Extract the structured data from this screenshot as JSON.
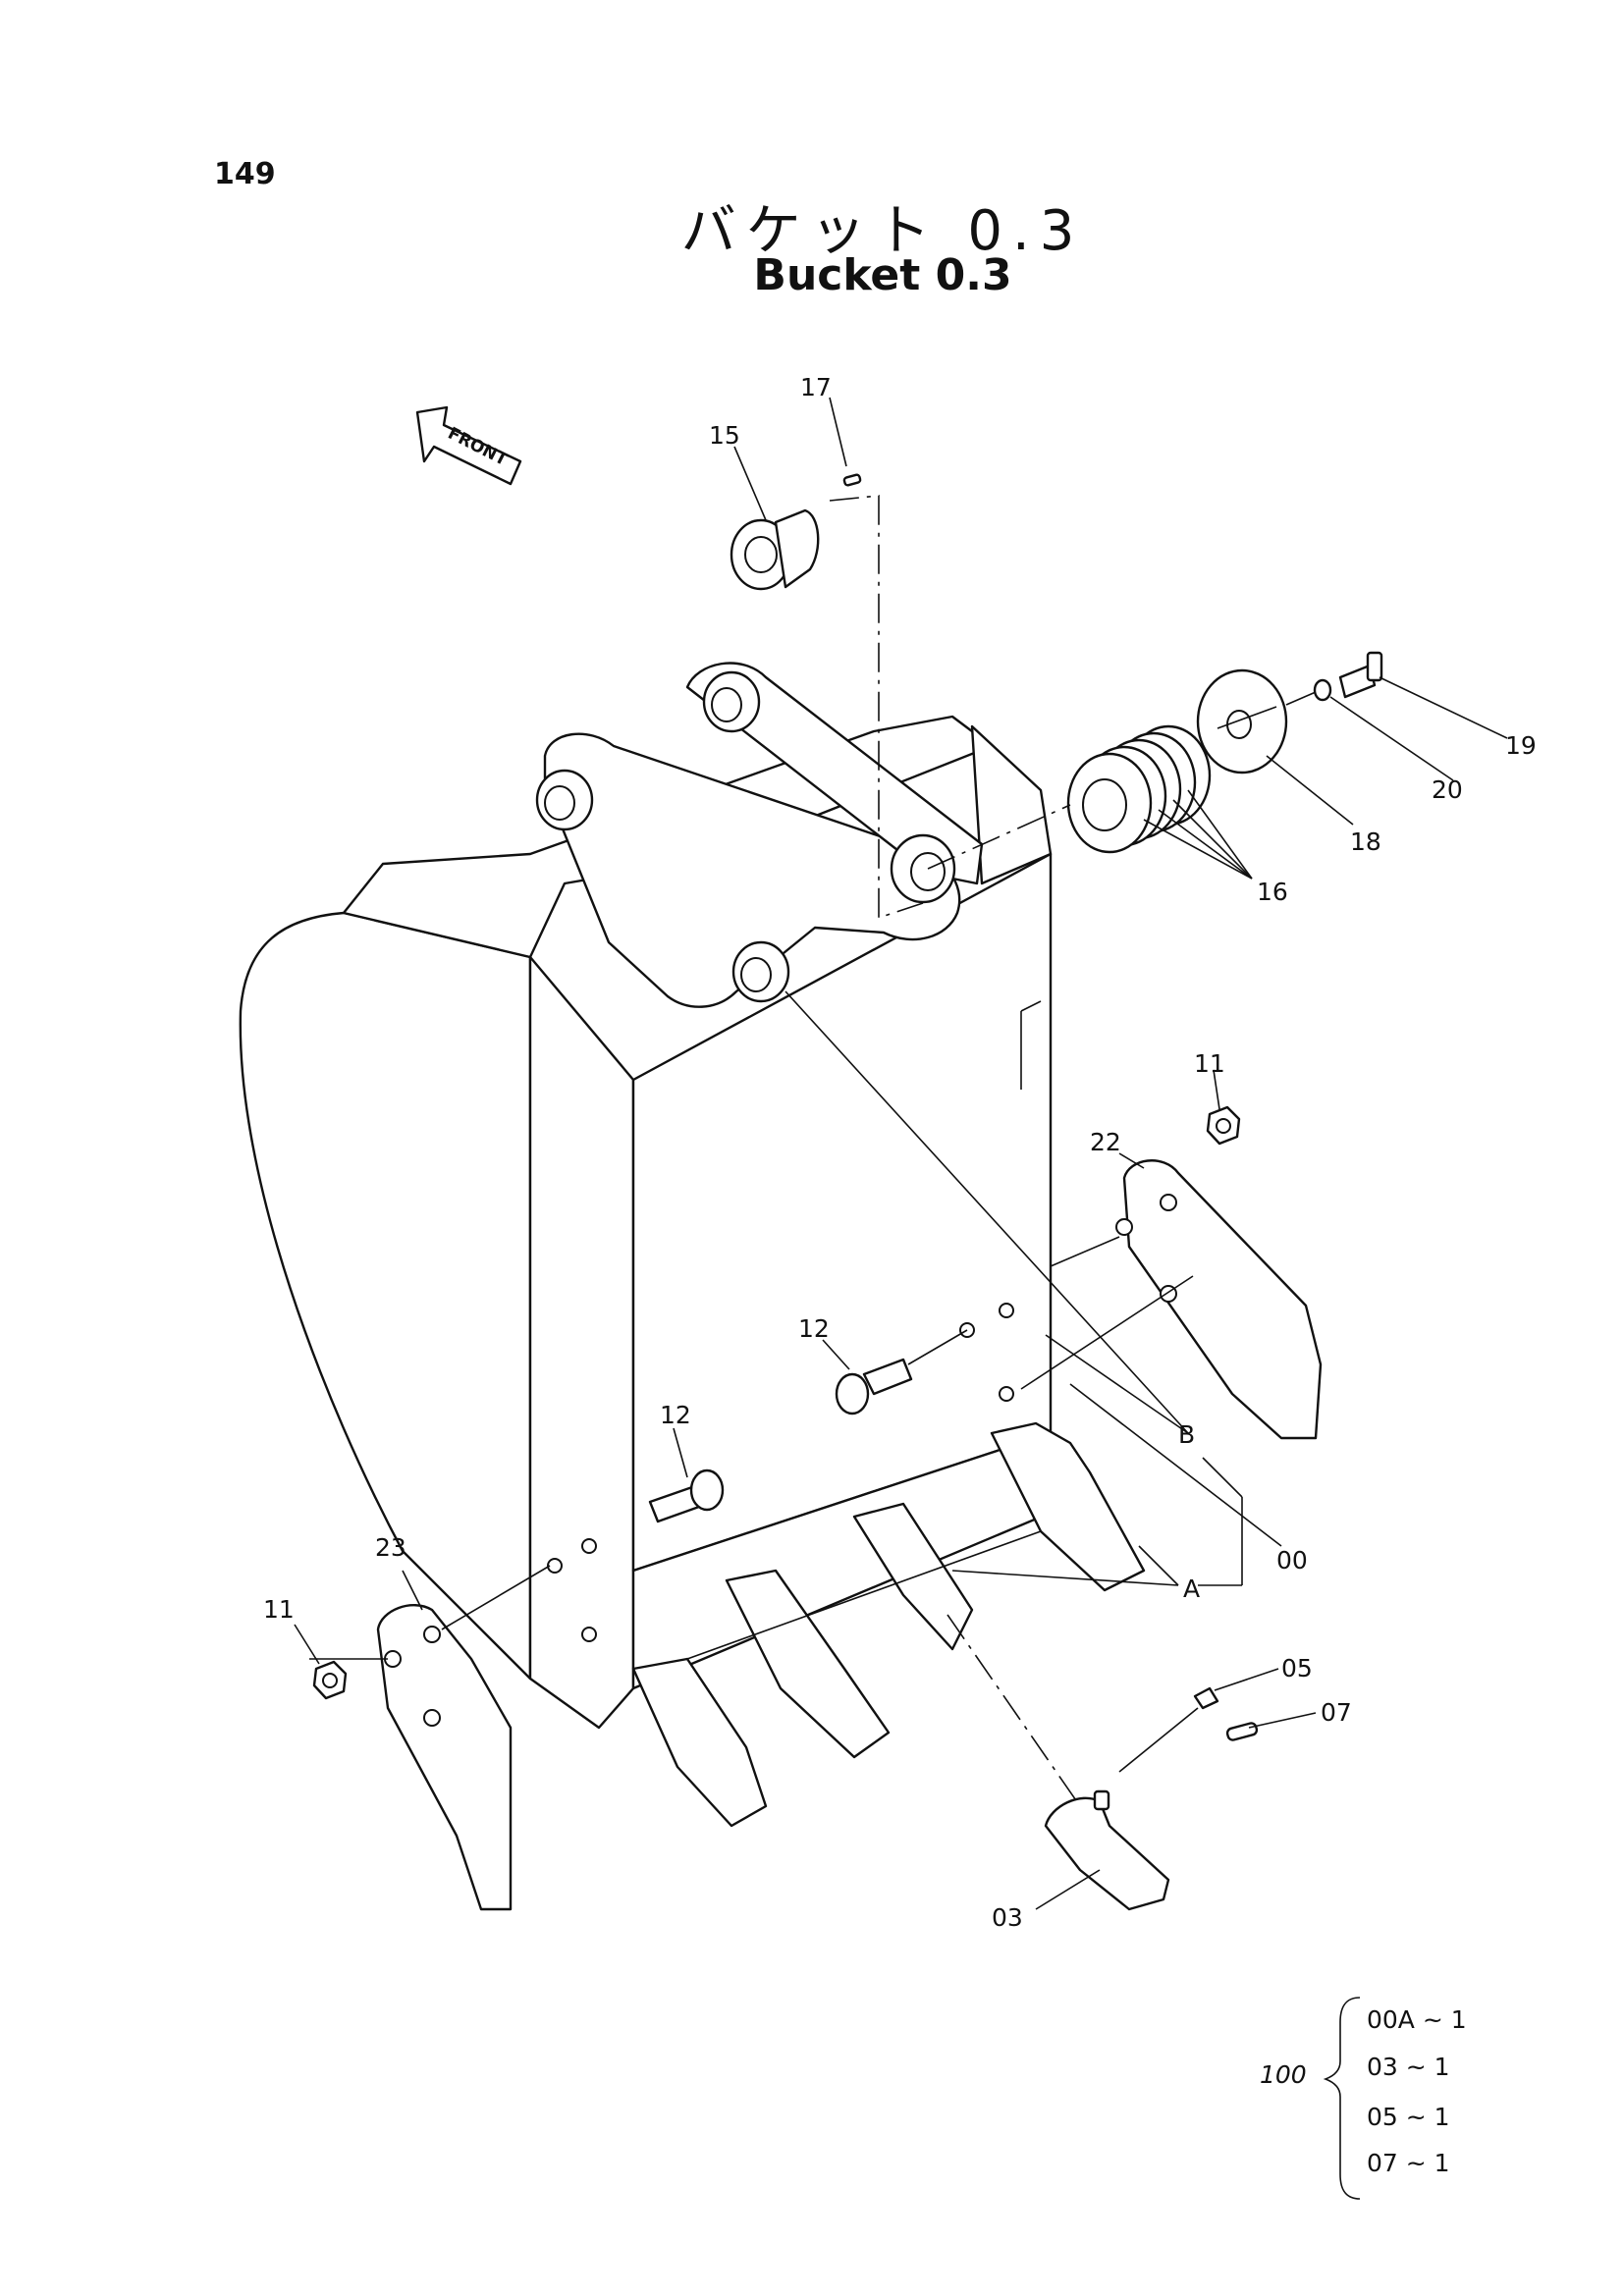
{
  "page": {
    "number": "149"
  },
  "title": {
    "japanese": "バケット 0.3",
    "english": "Bucket 0.3"
  },
  "front_indicator": {
    "text": "FRONT"
  },
  "callouts": [
    {
      "id": "c17",
      "text": "17"
    },
    {
      "id": "c15",
      "text": "15"
    },
    {
      "id": "c19",
      "text": "19"
    },
    {
      "id": "c20",
      "text": "20"
    },
    {
      "id": "c18",
      "text": "18"
    },
    {
      "id": "c16",
      "text": "16"
    },
    {
      "id": "c11a",
      "text": "11"
    },
    {
      "id": "c22",
      "text": "22"
    },
    {
      "id": "c12a",
      "text": "12"
    },
    {
      "id": "c12b",
      "text": "12"
    },
    {
      "id": "cB",
      "text": "B"
    },
    {
      "id": "c00",
      "text": "00"
    },
    {
      "id": "cA",
      "text": "A"
    },
    {
      "id": "c23",
      "text": "23"
    },
    {
      "id": "c11b",
      "text": "11"
    },
    {
      "id": "c05",
      "text": "05"
    },
    {
      "id": "c07",
      "text": "07"
    },
    {
      "id": "c03",
      "text": "03"
    }
  ],
  "kit": {
    "assembly": "100",
    "items": [
      "00A ~ 1",
      "03 ~ 1",
      "05 ~ 1",
      "07 ~ 1"
    ]
  }
}
